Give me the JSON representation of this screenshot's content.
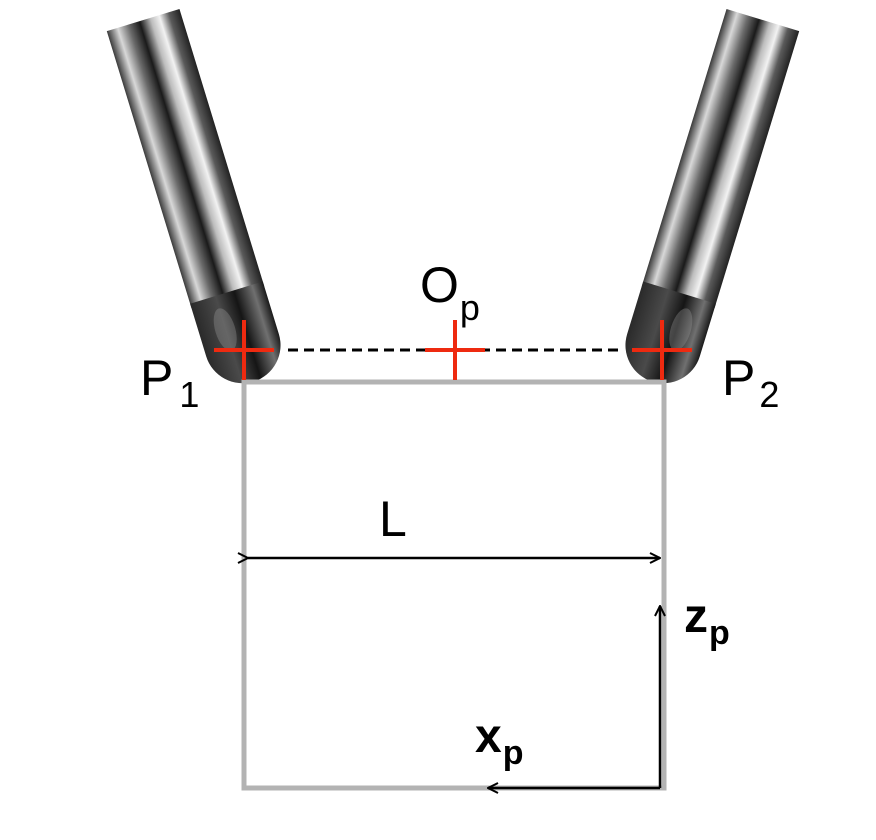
{
  "labels": {
    "origin": {
      "main": "O",
      "sub": "p"
    },
    "point1": {
      "main": "P",
      "sub": "1"
    },
    "point2": {
      "main": "P",
      "sub": "2"
    },
    "length": "L",
    "axis_z": {
      "main": "z",
      "sub": "p"
    },
    "axis_x": {
      "main": "x",
      "sub": "p"
    }
  },
  "colors": {
    "marker": "#ee2a10",
    "frame": "#b3b3b3",
    "line": "#000000"
  },
  "icons": [
    "probe-tip-icon",
    "crosshair-icon",
    "arrow-icon"
  ]
}
